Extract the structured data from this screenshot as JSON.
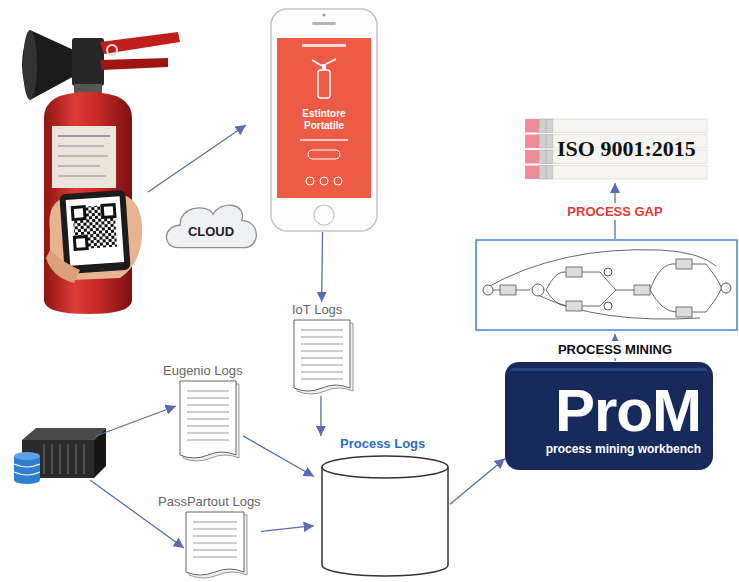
{
  "diagram": {
    "nodes": [
      {
        "text": [
          "Estintore Portatile"
        ]
      },
      {
        "text": [
          "CLOUD"
        ]
      },
      {
        "text": [
          "IoT Logs"
        ]
      },
      {
        "text": [
          "Eugenio Logs"
        ]
      },
      {
        "text": [
          "PassPartout Logs"
        ]
      },
      {
        "text": [
          "Process Logs"
        ]
      },
      {
        "text": [
          "ProM",
          "process mining workbench"
        ]
      },
      {
        "text": [
          "ISO 9001:2015"
        ]
      }
    ],
    "edges": [
      {
        "from": 0,
        "to": 2,
        "arrow": "to"
      },
      {
        "from": 2,
        "to": 5,
        "arrow": "to"
      },
      {
        "from": 3,
        "to": 5,
        "arrow": "to"
      },
      {
        "from": 4,
        "to": 5,
        "arrow": "to"
      },
      {
        "from": 5,
        "to": 6,
        "arrow": "to"
      }
    ],
    "labels": [
      "PROCESS GAP",
      "PROCESS MINING"
    ]
  }
}
